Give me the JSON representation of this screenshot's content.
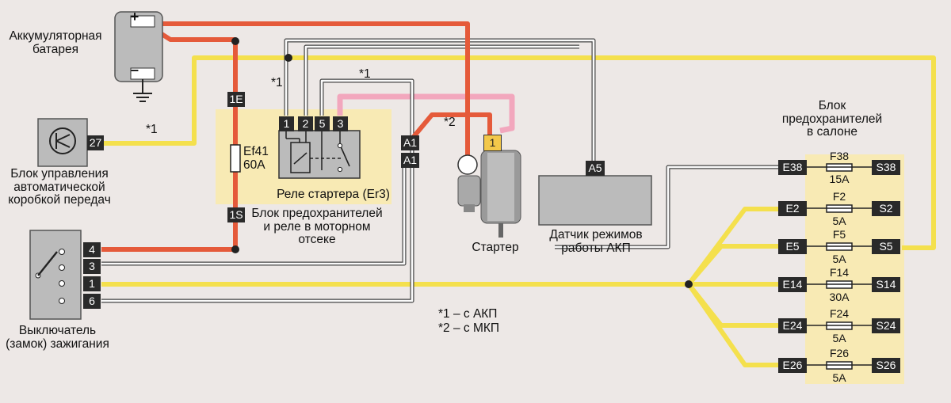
{
  "labels": {
    "battery": "Аккумуляторная\nбатарея",
    "tcm": "Блок управления\nавтоматической\nкоробкой передач",
    "ignition": "Выключатель\n(замок) зажигания",
    "relay": "Реле стартера (Er3)",
    "engine_box": "Блок предохранителей\nи реле в моторном\nотсеке",
    "starter": "Стартер",
    "sensor": "Датчик режимов\nработы АКП",
    "cabin_box": "Блок\nпредохранителей\nв салоне",
    "note1": "*1 – с АКП",
    "note2": "*2 – с МКП",
    "star1a": "*1",
    "star1b": "*1",
    "star1c": "*1",
    "star2": "*2",
    "bat_plus": "+",
    "bat_minus": "–"
  },
  "pins": {
    "tcm": "27",
    "ign": [
      "4",
      "3",
      "1",
      "6"
    ],
    "relay": [
      "1",
      "2",
      "5",
      "3"
    ],
    "engine": [
      "1E",
      "1S"
    ],
    "a1": [
      "A1",
      "A1"
    ],
    "starter": "1",
    "sensor": "A5"
  },
  "engine_fuse": {
    "name": "Ef41",
    "rating": "60A"
  },
  "cabin_fuses": [
    {
      "e": "E38",
      "f": "F38",
      "a": "15A",
      "s": "S38"
    },
    {
      "e": "E2",
      "f": "F2",
      "a": "5A",
      "s": "S2"
    },
    {
      "e": "E5",
      "f": "F5",
      "a": "5A",
      "s": "S5"
    },
    {
      "e": "E14",
      "f": "F14",
      "a": "30A",
      "s": "S14"
    },
    {
      "e": "E24",
      "f": "F24",
      "a": "5A",
      "s": "S24"
    },
    {
      "e": "E26",
      "f": "F26",
      "a": "5A",
      "s": "S26"
    }
  ],
  "colors": {
    "red": "#e55a3a",
    "yellow": "#f4e04d",
    "pink": "#f2a7bd",
    "panel": "#f8eab4",
    "comp": "#b8b8b8"
  }
}
